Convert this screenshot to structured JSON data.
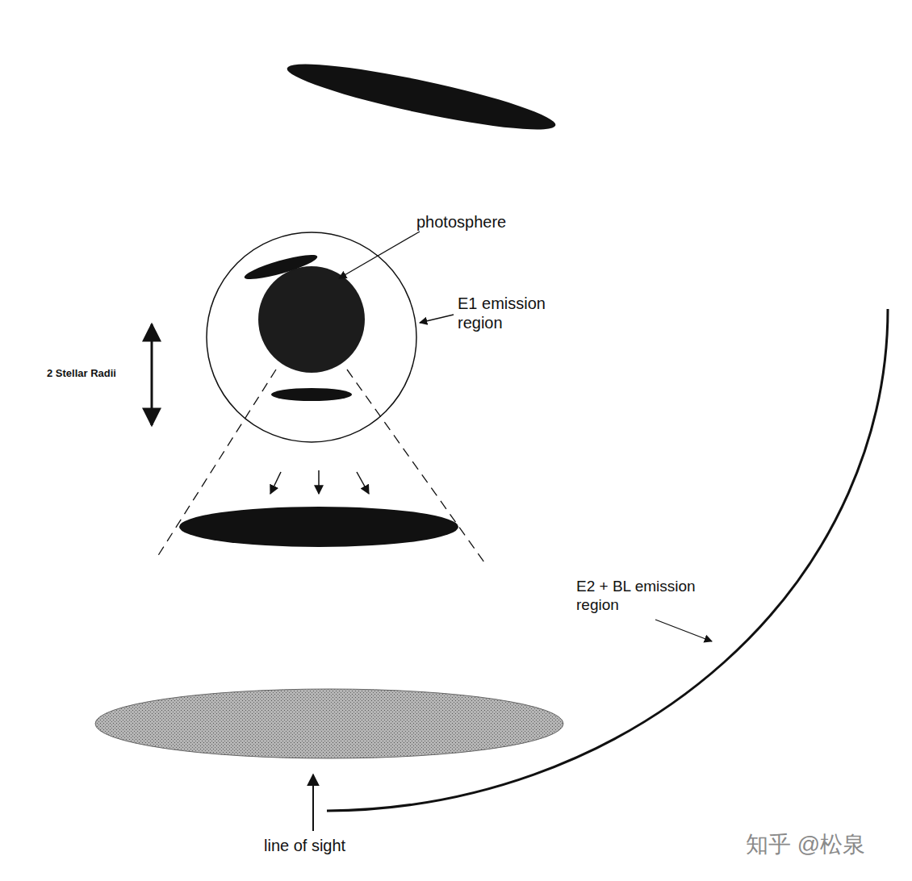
{
  "diagram": {
    "labels": [
      "photosphere",
      "E1 emission region",
      "2 Stellar Radii",
      "E2 + BL emission region",
      "line of sight",
      "知乎 @松泉"
    ]
  }
}
